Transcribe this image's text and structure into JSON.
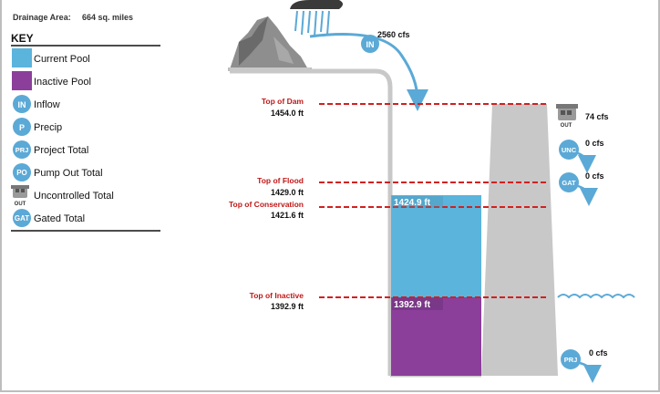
{
  "drainage": {
    "label": "Drainage Area:",
    "value": "664 sq. miles"
  },
  "key": {
    "title": "KEY",
    "items": [
      {
        "abbr": "",
        "label": "Current Pool",
        "color": "#5bb4dc"
      },
      {
        "abbr": "",
        "label": "Inactive Pool",
        "color": "#8b3f9a"
      },
      {
        "abbr": "IN",
        "label": "Inflow"
      },
      {
        "abbr": "P",
        "label": "Precip"
      },
      {
        "abbr": "PRJ",
        "label": "Project Total"
      },
      {
        "abbr": "PO",
        "label": "Pump Out Total"
      },
      {
        "abbr": "OUT",
        "label": "Uncontrolled Total"
      },
      {
        "abbr": "GAT",
        "label": "Gated Total"
      }
    ]
  },
  "levels": {
    "top_of_dam": {
      "name": "Top of Dam",
      "value": "1454.0 ft"
    },
    "top_of_flood": {
      "name": "Top of Flood",
      "value": "1429.0 ft"
    },
    "top_of_conservation": {
      "name": "Top of Conservation",
      "value": "1421.6 ft"
    },
    "top_of_inactive": {
      "name": "Top of Inactive",
      "value": "1392.9 ft"
    }
  },
  "pools": {
    "current": "1424.9 ft",
    "inactive": "1392.9 ft"
  },
  "flows": {
    "inflow": {
      "abbr": "IN",
      "value": "2560 cfs"
    },
    "uncontrolled_out": {
      "abbr": "OUT",
      "value": "74 cfs"
    },
    "unc": {
      "abbr": "UNC",
      "value": "0 cfs"
    },
    "gated": {
      "abbr": "GAT",
      "value": "0 cfs"
    },
    "project": {
      "abbr": "PRJ",
      "value": "0 cfs"
    }
  },
  "colors": {
    "current_pool": "#5bb4dc",
    "inactive_pool": "#8b3f9a",
    "badge": "#5ba9d6",
    "level_line": "#d22020",
    "dam": "#c8c8c8"
  }
}
